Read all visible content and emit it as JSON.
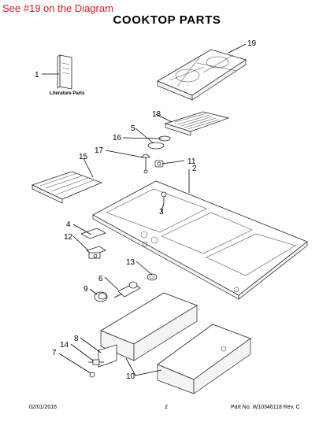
{
  "note": "See #19 on the Diagram",
  "title": "COOKTOP PARTS",
  "literature_label": "Literature Parts",
  "callouts": {
    "c1": "1",
    "c2": "2",
    "c3": "3",
    "c4": "4",
    "c5": "5",
    "c6": "6",
    "c7": "7",
    "c8": "8",
    "c9": "9",
    "c10": "10",
    "c11": "11",
    "c12": "12",
    "c13": "13",
    "c14": "14",
    "c15": "15",
    "c16": "16",
    "c17": "17",
    "c18": "18",
    "c19": "19"
  },
  "footer": {
    "date": "02/01/2016",
    "page": "2",
    "part": "Part No. W10346118  Rev. C"
  }
}
